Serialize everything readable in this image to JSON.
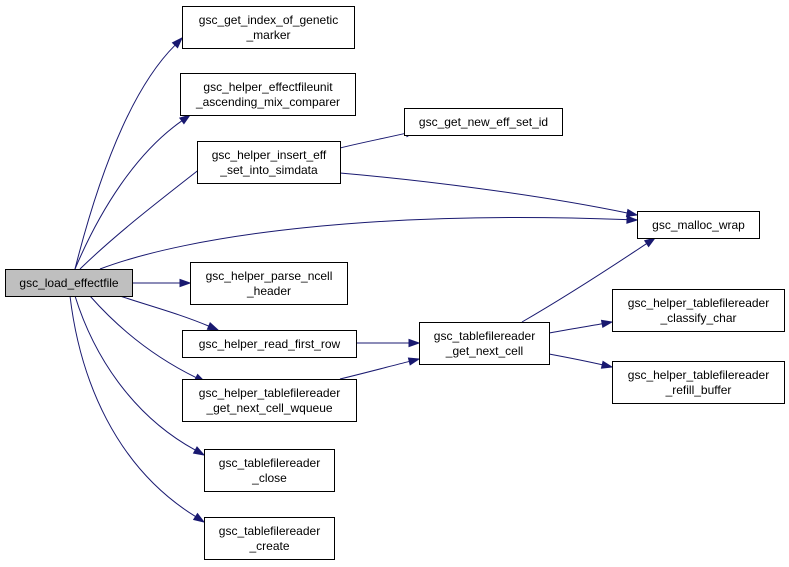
{
  "diagram": {
    "style": {
      "edge_color": "#191970",
      "root_fill": "#bfbfbf",
      "node_fill": "#ffffff",
      "border": "#000000"
    },
    "nodes": [
      {
        "id": "load_effectfile",
        "lines": [
          "gsc_load_effectfile"
        ],
        "root": true
      },
      {
        "id": "get_index_of_genetic_marker",
        "lines": [
          "gsc_get_index_of_genetic",
          "_marker"
        ]
      },
      {
        "id": "effectfileunit_ascending",
        "lines": [
          "gsc_helper_effectfileunit",
          "_ascending_mix_comparer"
        ]
      },
      {
        "id": "insert_eff_set",
        "lines": [
          "gsc_helper_insert_eff",
          "_set_into_simdata"
        ]
      },
      {
        "id": "get_new_eff_set_id",
        "lines": [
          "gsc_get_new_eff_set_id"
        ]
      },
      {
        "id": "malloc_wrap",
        "lines": [
          "gsc_malloc_wrap"
        ]
      },
      {
        "id": "parse_ncell_header",
        "lines": [
          "gsc_helper_parse_ncell",
          "_header"
        ]
      },
      {
        "id": "read_first_row",
        "lines": [
          "gsc_helper_read_first_row"
        ]
      },
      {
        "id": "get_next_cell_wqueue",
        "lines": [
          "gsc_helper_tablefilereader",
          "_get_next_cell_wqueue"
        ]
      },
      {
        "id": "tfr_get_next_cell",
        "lines": [
          "gsc_tablefilereader",
          "_get_next_cell"
        ]
      },
      {
        "id": "classify_char",
        "lines": [
          "gsc_helper_tablefilereader",
          "_classify_char"
        ]
      },
      {
        "id": "refill_buffer",
        "lines": [
          "gsc_helper_tablefilereader",
          "_refill_buffer"
        ]
      },
      {
        "id": "tfr_close",
        "lines": [
          "gsc_tablefilereader",
          "_close"
        ]
      },
      {
        "id": "tfr_create",
        "lines": [
          "gsc_tablefilereader",
          "_create"
        ]
      }
    ],
    "edges": [
      {
        "from": "load_effectfile",
        "to": "get_index_of_genetic_marker"
      },
      {
        "from": "load_effectfile",
        "to": "effectfileunit_ascending"
      },
      {
        "from": "load_effectfile",
        "to": "insert_eff_set"
      },
      {
        "from": "load_effectfile",
        "to": "malloc_wrap"
      },
      {
        "from": "load_effectfile",
        "to": "parse_ncell_header"
      },
      {
        "from": "load_effectfile",
        "to": "read_first_row"
      },
      {
        "from": "load_effectfile",
        "to": "get_next_cell_wqueue"
      },
      {
        "from": "load_effectfile",
        "to": "tfr_close"
      },
      {
        "from": "load_effectfile",
        "to": "tfr_create"
      },
      {
        "from": "insert_eff_set",
        "to": "get_new_eff_set_id"
      },
      {
        "from": "insert_eff_set",
        "to": "malloc_wrap"
      },
      {
        "from": "read_first_row",
        "to": "tfr_get_next_cell"
      },
      {
        "from": "get_next_cell_wqueue",
        "to": "tfr_get_next_cell"
      },
      {
        "from": "tfr_get_next_cell",
        "to": "malloc_wrap"
      },
      {
        "from": "tfr_get_next_cell",
        "to": "classify_char"
      },
      {
        "from": "tfr_get_next_cell",
        "to": "refill_buffer"
      }
    ]
  }
}
